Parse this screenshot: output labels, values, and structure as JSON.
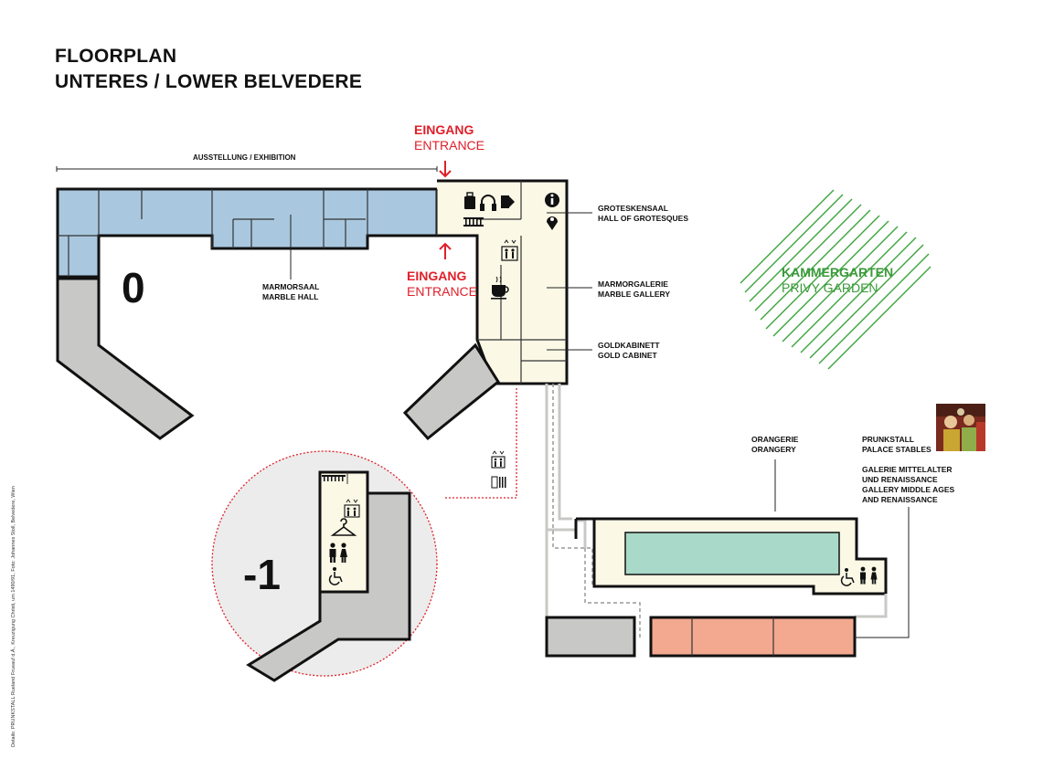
{
  "title": {
    "line1": "FLOORPLAN",
    "line2": "UNTERES / LOWER BELVEDERE"
  },
  "exhibition_label": "AUSSTELLUNG / EXHIBITION",
  "entrance_top": {
    "de": "EINGANG",
    "en": "ENTRANCE"
  },
  "entrance_side": {
    "de": "EINGANG",
    "en": "ENTRANCE"
  },
  "floors": {
    "ground": "0",
    "basement": "-1"
  },
  "rooms": {
    "marmorsaal": {
      "de": "MARMORSAAL",
      "en": "MARBLE HALL"
    },
    "groteskensaal": {
      "de": "GROTESKENSAAL",
      "en": "HALL OF GROTESQUES"
    },
    "marmorgalerie": {
      "de": "MARMORGALERIE",
      "en": "MARBLE GALLERY"
    },
    "goldkabinett": {
      "de": "GOLDKABINETT",
      "en": "GOLD CABINET"
    },
    "orangerie": {
      "de": "ORANGERIE",
      "en": "ORANGERY"
    },
    "prunkstall": {
      "de": "PRUNKSTALL",
      "en": "PALACE STABLES"
    },
    "galerie": {
      "line1": "GALERIE MITTELALTER",
      "line2": "UND RENAISSANCE",
      "line3": "GALLERY MIDDLE AGES",
      "line4": "AND RENAISSANCE"
    }
  },
  "garden": {
    "de": "KAMMERGARTEN",
    "en": "PRIVY GARDEN"
  },
  "credit": "Details: PRUNKSTALL Rueland Frueauf d.Ä., Kreuzigung Christi, um 1490/91, Foto: Johannes Stoll, Belvedere, Wien",
  "colors": {
    "exhibition": "#a9c8df",
    "service": "#fbf8e6",
    "closed": "#c8c8c6",
    "orangery": "#a8d9c9",
    "stables": "#f2a98f",
    "entrance": "#e0202a",
    "garden": "#3a9a3a",
    "basement_circle": "#ececec"
  },
  "icons": [
    "arrow-down-icon",
    "arrow-up-icon",
    "luggage-icon",
    "audioguide-icon",
    "ticket-icon",
    "info-icon",
    "location-pin-icon",
    "ticket-counter-icon",
    "elevator-icon",
    "cafe-icon",
    "shop-icon",
    "wardrobe-icon",
    "restroom-icon",
    "wheelchair-icon"
  ]
}
